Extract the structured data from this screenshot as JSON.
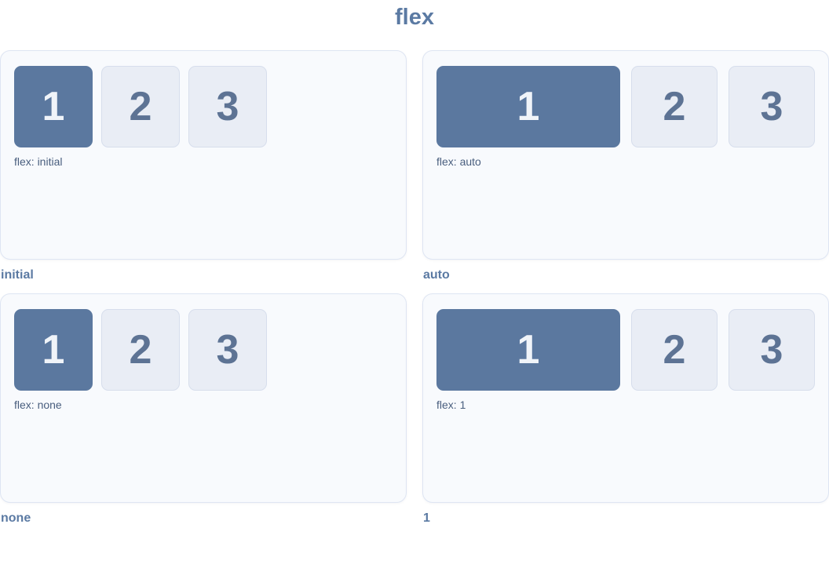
{
  "title": "flex",
  "colors": {
    "page_bg": "#ffffff",
    "title": "#5b7aa3",
    "caption": "#5b7aa3",
    "label": "#495e7e",
    "panel_bg": "#f8fafd",
    "panel_border": "#dee5f3",
    "featured_box_bg": "#5b789f",
    "featured_box_text": "#f0f4f9",
    "box_bg": "#e9edf5",
    "box_border": "#d7deec",
    "box_text": "#5d7394"
  },
  "examples": [
    {
      "caption": "initial",
      "label": "flex: initial",
      "items": [
        "1",
        "2",
        "3"
      ],
      "first_item_grows": false
    },
    {
      "caption": "auto",
      "label": "flex: auto",
      "items": [
        "1",
        "2",
        "3"
      ],
      "first_item_grows": true
    },
    {
      "caption": "none",
      "label": "flex: none",
      "items": [
        "1",
        "2",
        "3"
      ],
      "first_item_grows": false
    },
    {
      "caption": "1",
      "label": "flex: 1",
      "items": [
        "1",
        "2",
        "3"
      ],
      "first_item_grows": true
    }
  ]
}
